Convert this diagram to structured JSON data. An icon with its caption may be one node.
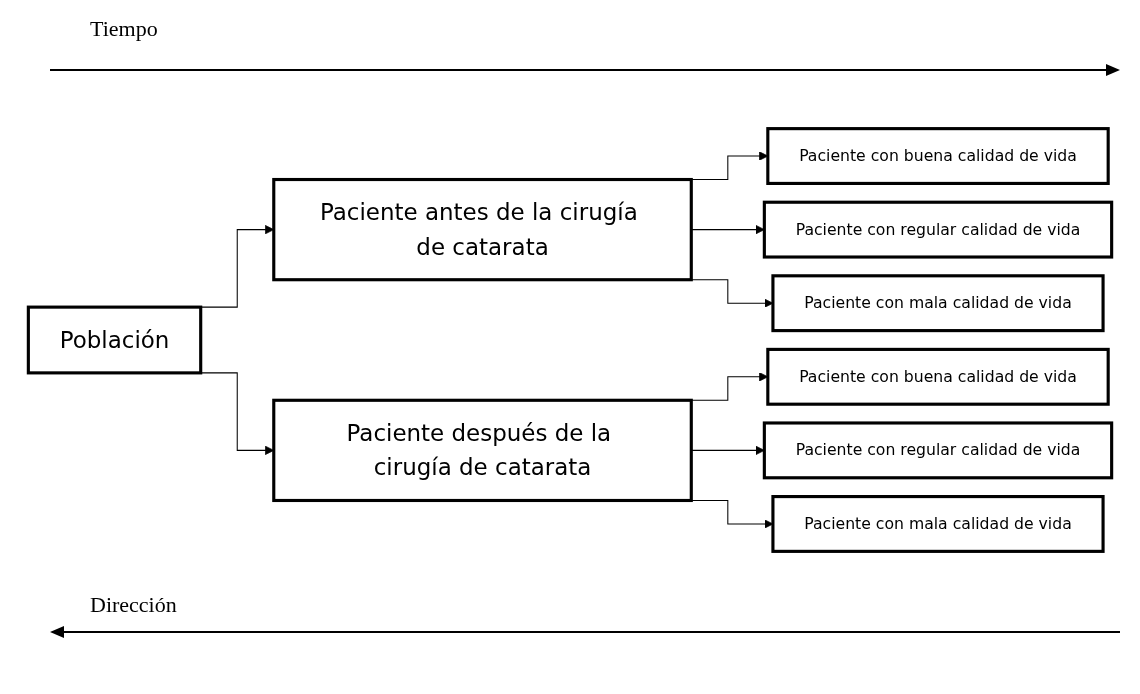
{
  "diagram": {
    "nodes": [
      {
        "text": [
          "Población"
        ]
      },
      {
        "text": [
          "Paciente antes de la cirugía de catarata"
        ]
      },
      {
        "text": [
          "Paciente con buena calidad de vida"
        ]
      },
      {
        "text": [
          "Paciente con regular calidad de vida"
        ]
      },
      {
        "text": [
          "Paciente con mala calidad de vida"
        ]
      },
      {
        "text": [
          "Paciente después de la cirugía de catarata"
        ]
      },
      {
        "text": [
          "Paciente con buena calidad de vida"
        ]
      },
      {
        "text": [
          "Paciente con regular calidad de vida"
        ]
      },
      {
        "text": [
          "Paciente con mala calidad de vida"
        ]
      }
    ],
    "edges": [
      {
        "from": 0,
        "to": 1,
        "arrow": "to"
      },
      {
        "from": 0,
        "to": 5,
        "arrow": "to"
      },
      {
        "from": 1,
        "to": 2,
        "arrow": "to"
      },
      {
        "from": 1,
        "to": 3,
        "arrow": "to"
      },
      {
        "from": 1,
        "to": 4,
        "arrow": "to"
      },
      {
        "from": 5,
        "to": 6,
        "arrow": "to"
      },
      {
        "from": 5,
        "to": 7,
        "arrow": "to"
      },
      {
        "from": 5,
        "to": 8,
        "arrow": "to"
      }
    ],
    "labels": [
      "Tiempo",
      "Dirección"
    ]
  }
}
